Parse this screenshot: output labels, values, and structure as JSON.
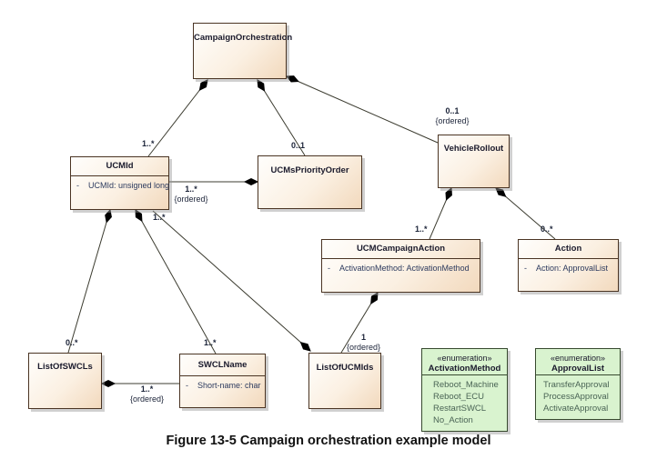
{
  "diagram": {
    "caption": "Figure 13-5 Campaign orchestration example model",
    "classes": {
      "campaign_orchestration": {
        "name": "CampaignOrchestration",
        "attributes": []
      },
      "ucm_id": {
        "name": "UCMId",
        "attributes": [
          {
            "visibility": "-",
            "text": "UCMId: unsigned long"
          }
        ]
      },
      "ucms_priority_order": {
        "name": "UCMsPriorityOrder",
        "attributes": []
      },
      "vehicle_rollout": {
        "name": "VehicleRollout",
        "attributes": []
      },
      "ucm_campaign_action": {
        "name": "UCMCampaignAction",
        "attributes": [
          {
            "visibility": "-",
            "text": "ActivationMethod: ActivationMethod"
          }
        ]
      },
      "action": {
        "name": "Action",
        "attributes": [
          {
            "visibility": "-",
            "text": "Action: ApprovalList"
          }
        ]
      },
      "list_of_swcls": {
        "name": "ListOfSWCLs",
        "attributes": []
      },
      "swcl_name": {
        "name": "SWCLName",
        "attributes": [
          {
            "visibility": "-",
            "text": "Short-name: char"
          }
        ]
      },
      "list_of_ucmids": {
        "name": "ListOfUCMIds",
        "attributes": []
      }
    },
    "enums": {
      "activation_method": {
        "stereotype": "«enumeration»",
        "name": "ActivationMethod",
        "literals": [
          "Reboot_Machine",
          "Reboot_ECU",
          "RestartSWCL",
          "No_Action"
        ]
      },
      "approval_list": {
        "stereotype": "«enumeration»",
        "name": "ApprovalList",
        "literals": [
          "TransferApproval",
          "ProcessApproval",
          "ActivateApproval"
        ]
      }
    },
    "relationships": [
      {
        "whole": "CampaignOrchestration",
        "part": "UCMId",
        "type": "composition",
        "multiplicity": "1..*",
        "constraint": ""
      },
      {
        "whole": "CampaignOrchestration",
        "part": "UCMsPriorityOrder",
        "type": "composition",
        "multiplicity": "0..1",
        "constraint": ""
      },
      {
        "whole": "CampaignOrchestration",
        "part": "VehicleRollout",
        "type": "composition",
        "multiplicity": "0..1",
        "constraint": "{ordered}"
      },
      {
        "whole": "UCMsPriorityOrder",
        "part": "UCMId",
        "type": "composition",
        "multiplicity": "1..*",
        "constraint": "{ordered}"
      },
      {
        "whole": "UCMId",
        "part": "ListOfSWCLs",
        "type": "composition",
        "multiplicity": "0..*",
        "constraint": ""
      },
      {
        "whole": "UCMId",
        "part": "SWCLName",
        "type": "composition",
        "multiplicity": "1..*",
        "constraint": ""
      },
      {
        "whole": "ListOfUCMIds",
        "part": "UCMId",
        "type": "composition",
        "multiplicity": "1..*",
        "constraint": ""
      },
      {
        "whole": "VehicleRollout",
        "part": "UCMCampaignAction",
        "type": "composition",
        "multiplicity": "1..*",
        "constraint": ""
      },
      {
        "whole": "VehicleRollout",
        "part": "Action",
        "type": "composition",
        "multiplicity": "0..*",
        "constraint": ""
      },
      {
        "whole": "UCMCampaignAction",
        "part": "ListOfUCMIds",
        "type": "composition",
        "multiplicity": "1",
        "constraint": "{ordered}"
      },
      {
        "whole": "ListOfSWCLs",
        "part": "SWCLName",
        "type": "composition",
        "multiplicity": "1..*",
        "constraint": "{ordered}"
      }
    ],
    "colors": {
      "class_fill_start": "#fffefc",
      "class_fill_end": "#f2d9bd",
      "class_border": "#4a3423",
      "title_text": "#1a1a2c",
      "attr_text": "#2c3a5e",
      "enum_fill": "#d9f3cf",
      "enum_border": "#37492f",
      "enum_literal_text": "#4a6455",
      "line_color": "#3c3c30",
      "diamond_color": "#000000"
    }
  }
}
